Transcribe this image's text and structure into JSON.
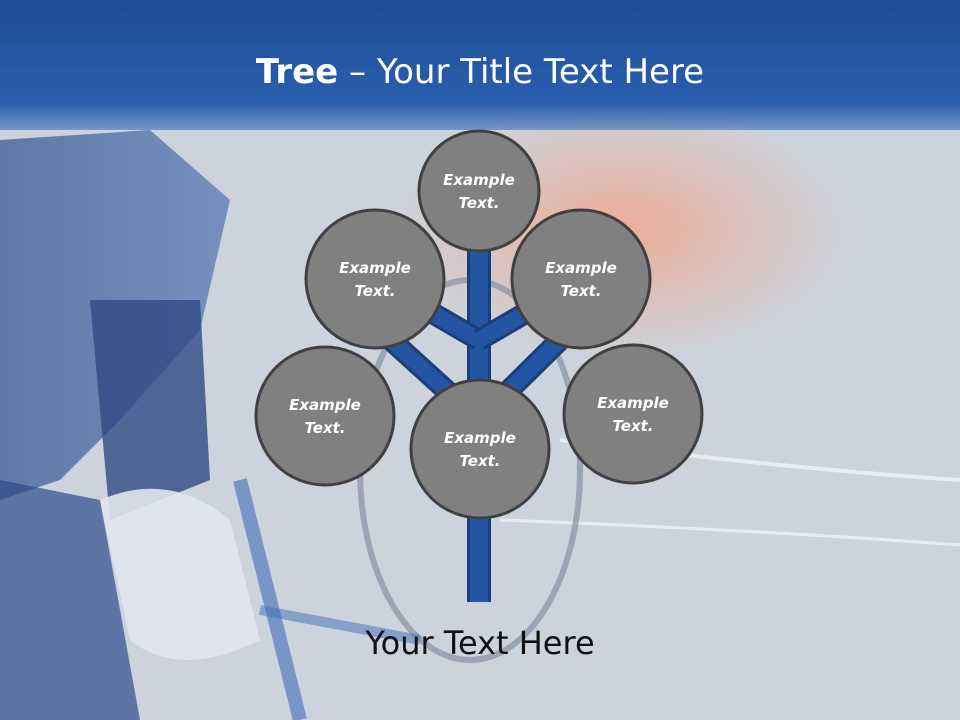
{
  "title": {
    "bold": "Tree",
    "rest": " – Your Title Text Here"
  },
  "nodes": [
    {
      "line1": "Example",
      "line2": "Text."
    },
    {
      "line1": "Example",
      "line2": "Text."
    },
    {
      "line1": "Example",
      "line2": "Text."
    },
    {
      "line1": "Example",
      "line2": "Text."
    },
    {
      "line1": "Example",
      "line2": "Text."
    },
    {
      "line1": "Example",
      "line2": "Text."
    }
  ],
  "caption": "Your Text Here",
  "colors": {
    "header": "#2a5fae",
    "trunk": "#1f4f96",
    "node_fill": "#808080",
    "node_stroke": "#404040"
  }
}
